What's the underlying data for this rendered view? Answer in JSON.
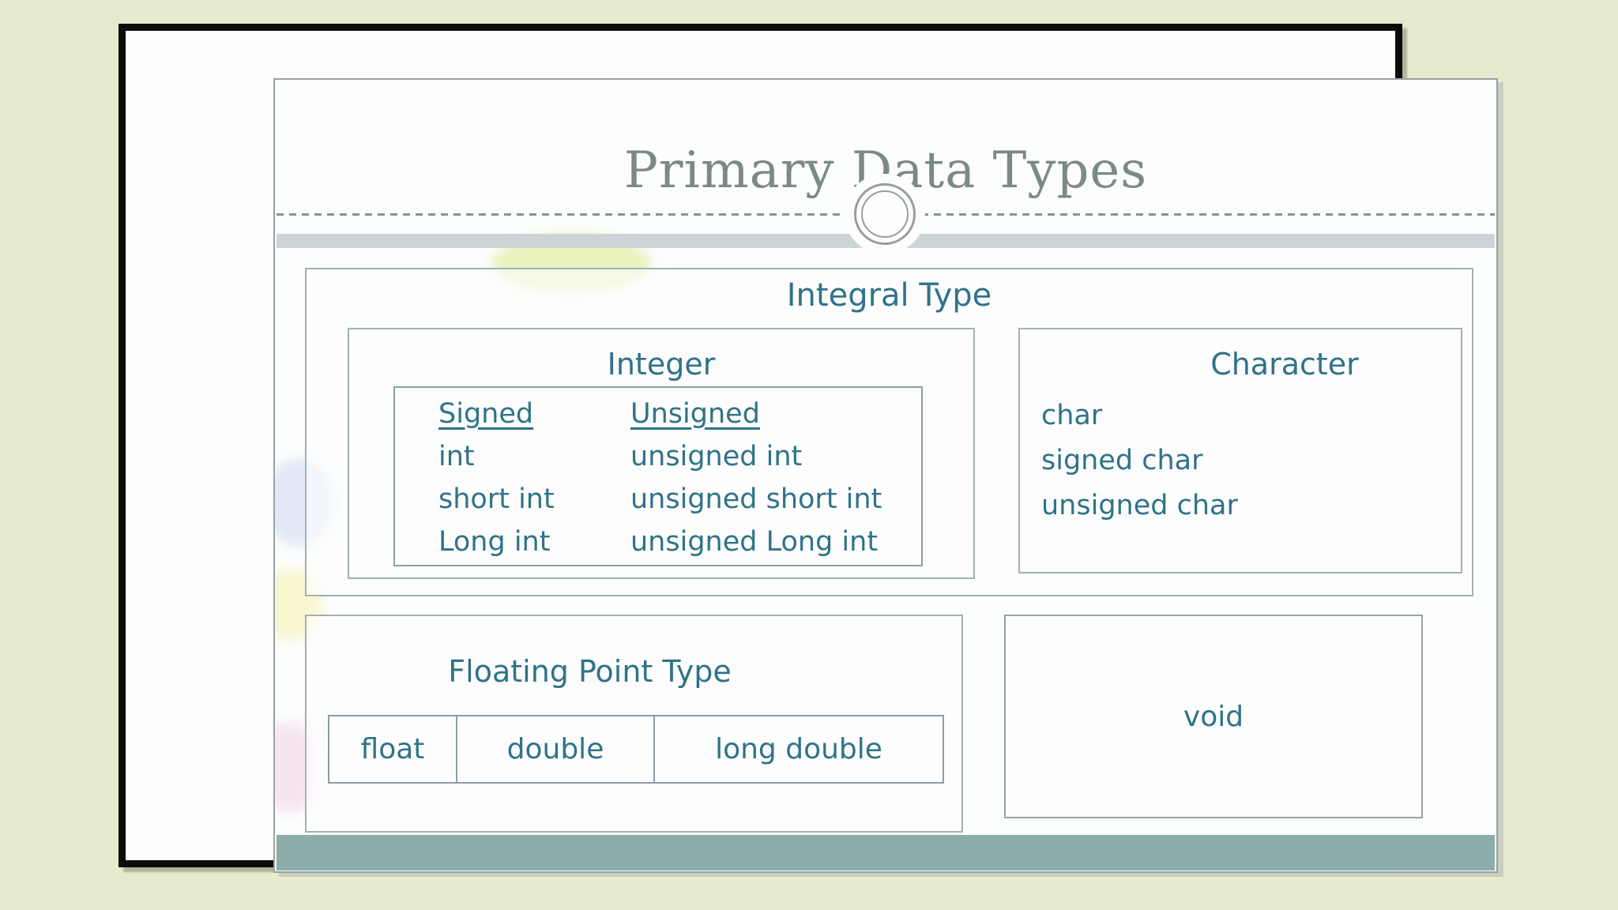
{
  "slide": {
    "title": "Primary Data Types",
    "integral": {
      "label": "Integral Type",
      "integer": {
        "label": "Integer",
        "signed_header": "Signed",
        "unsigned_header": "Unsigned",
        "rows": [
          {
            "signed": "int",
            "unsigned": "unsigned int"
          },
          {
            "signed": "short int",
            "unsigned": "unsigned short int"
          },
          {
            "signed": "Long int",
            "unsigned": "unsigned Long int"
          }
        ]
      },
      "character": {
        "label": "Character",
        "items": [
          "char",
          "signed char",
          "unsigned char"
        ]
      }
    },
    "floating": {
      "label": "Floating Point Type",
      "cells": [
        "float",
        "double",
        "long double"
      ]
    },
    "void_box": {
      "label": "void"
    }
  },
  "colors": {
    "page_background": "#e7eacd",
    "frame_border": "#0c0c0c",
    "inner_border": "#99a1a3",
    "title_text": "#7b8a87",
    "label_text": "#2f7388",
    "box_border": "#a2b0b6",
    "separator_gray_band": "#cdd4d8",
    "footer_teal_band": "#8dadaa"
  }
}
